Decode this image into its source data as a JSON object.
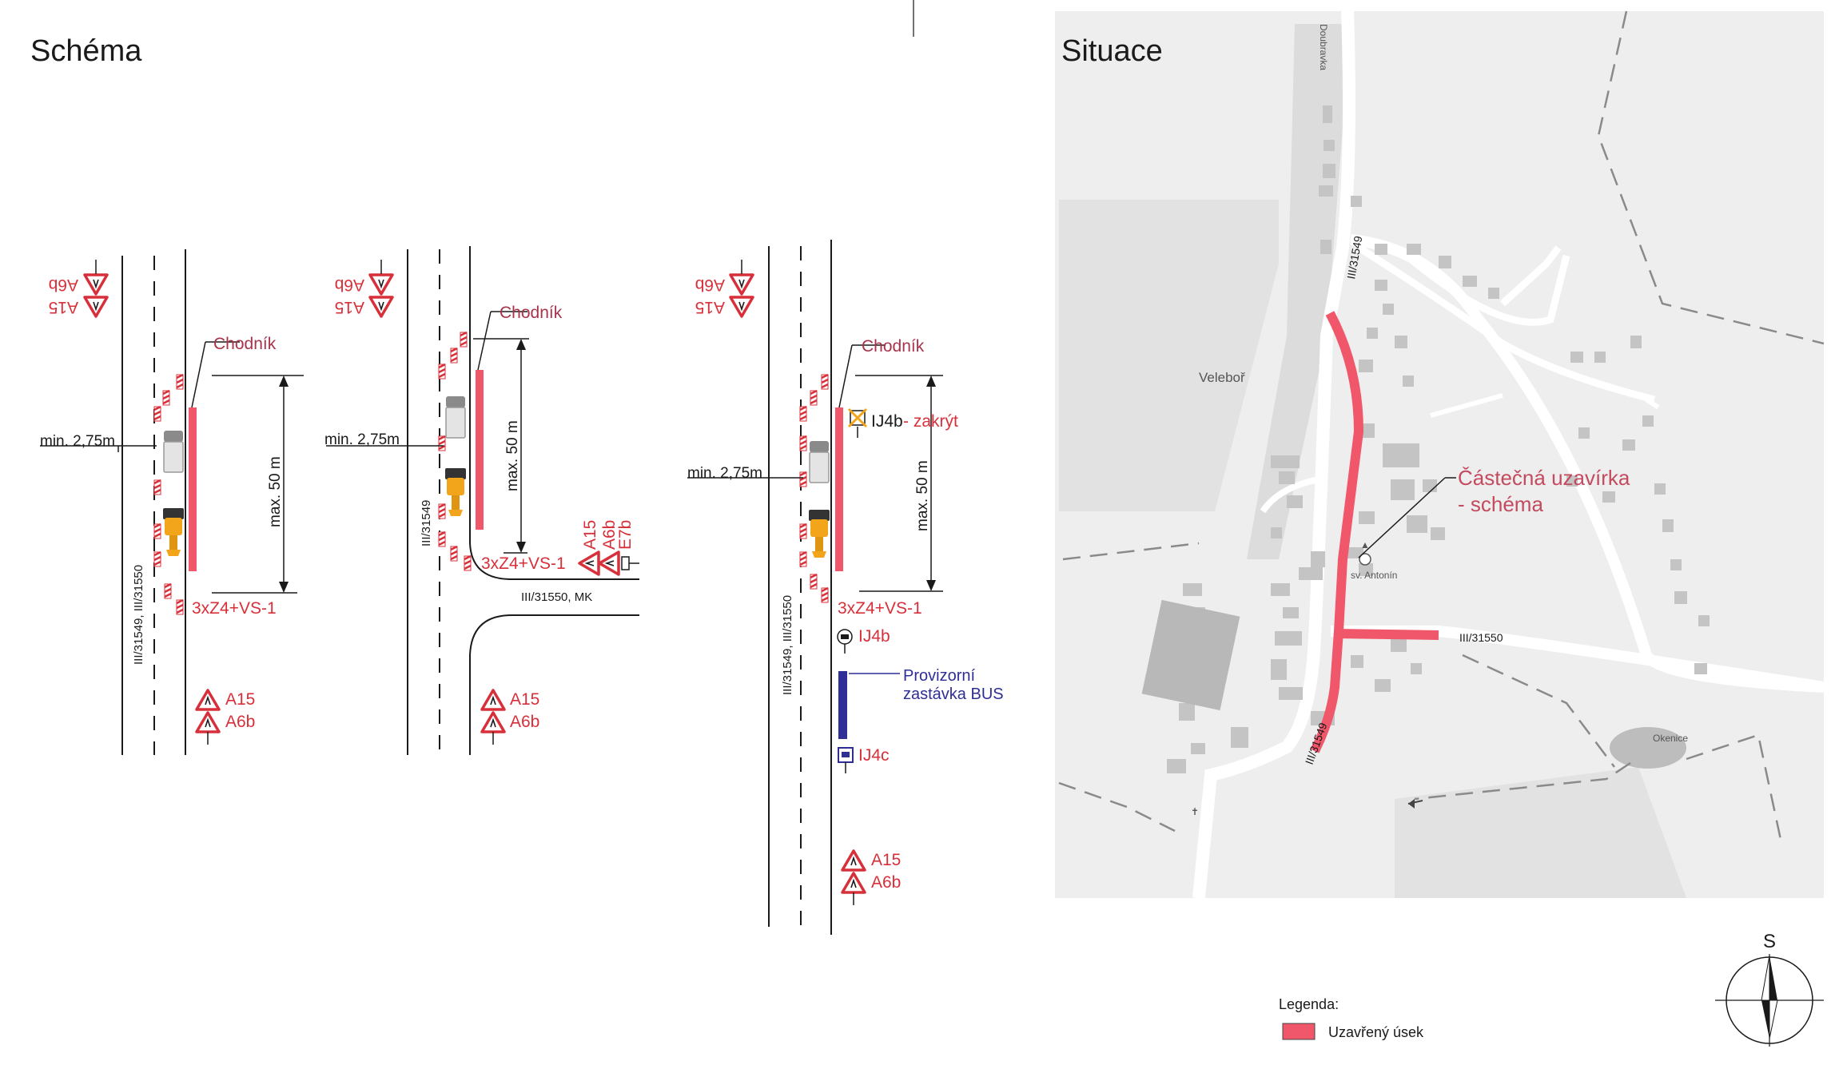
{
  "titles": {
    "schema": "Schéma",
    "situace": "Situace"
  },
  "labels": {
    "chodnik": "Chodník",
    "min_width": "min. 2,75m",
    "max_len": "max. 50 m",
    "barrier": "3xZ4+VS-1",
    "road_a": "III/31549, III/31550",
    "road_b": "III/31549",
    "road_c": "III/31550, MK",
    "sign_a15": "A15",
    "sign_a6b": "A6b",
    "sign_e7b": "E7b",
    "ij4b": "IJ4b",
    "zakryt": " - zakrýt",
    "ij4c": "IJ4c",
    "bus_stop_1": "Provizorní",
    "bus_stop_2": "zastávka BUS"
  },
  "map": {
    "village": "Veleboř",
    "road_north": "III/31549",
    "road_south": "III/31549",
    "road_east": "III/31550",
    "street_top": "Doubravka",
    "street_right": "Okenice",
    "church": "sv. Antonín",
    "callout_1": "Částečná uzavírka",
    "callout_2": "- schéma",
    "north_letter": "S"
  },
  "legend": {
    "title": "Legenda:",
    "item": "Uzavřený úsek"
  },
  "colors": {
    "closure": "#f0576a",
    "sign_red": "#d8303a",
    "bus_blue": "#2f2e96",
    "map_bg": "#eeeeee"
  }
}
